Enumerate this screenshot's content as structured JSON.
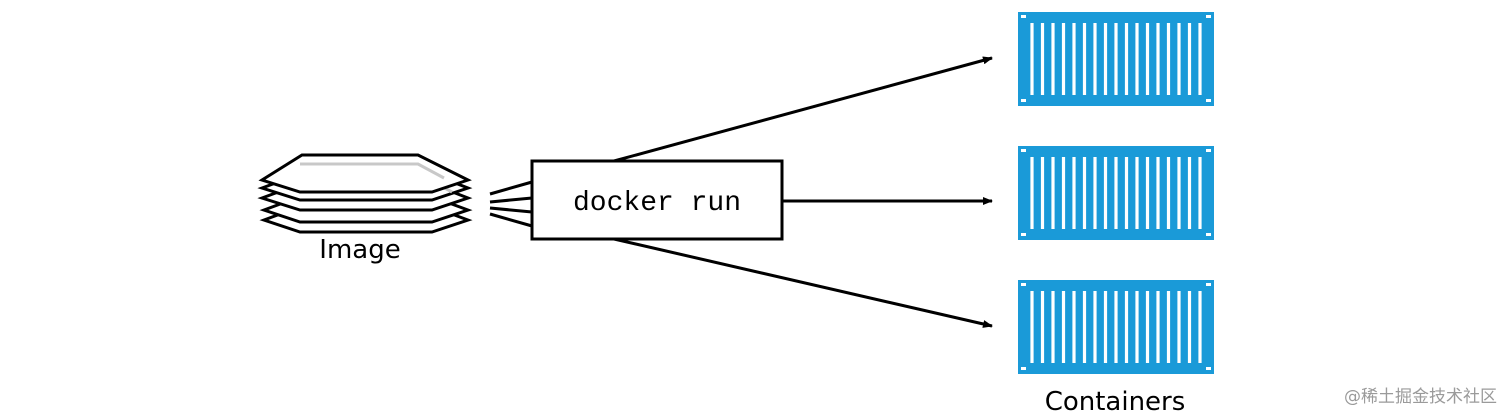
{
  "image_label": "Image",
  "command_label": "docker run",
  "containers_label": "Containers",
  "watermark": "@稀土掘金技术社区",
  "container_count": 3,
  "colors": {
    "container_fill": "#1a9ad8",
    "line": "#000000",
    "layer_gray": "#c8c8c8"
  },
  "icons": {
    "image": "layered-image-icon",
    "container": "shipping-container-icon"
  }
}
